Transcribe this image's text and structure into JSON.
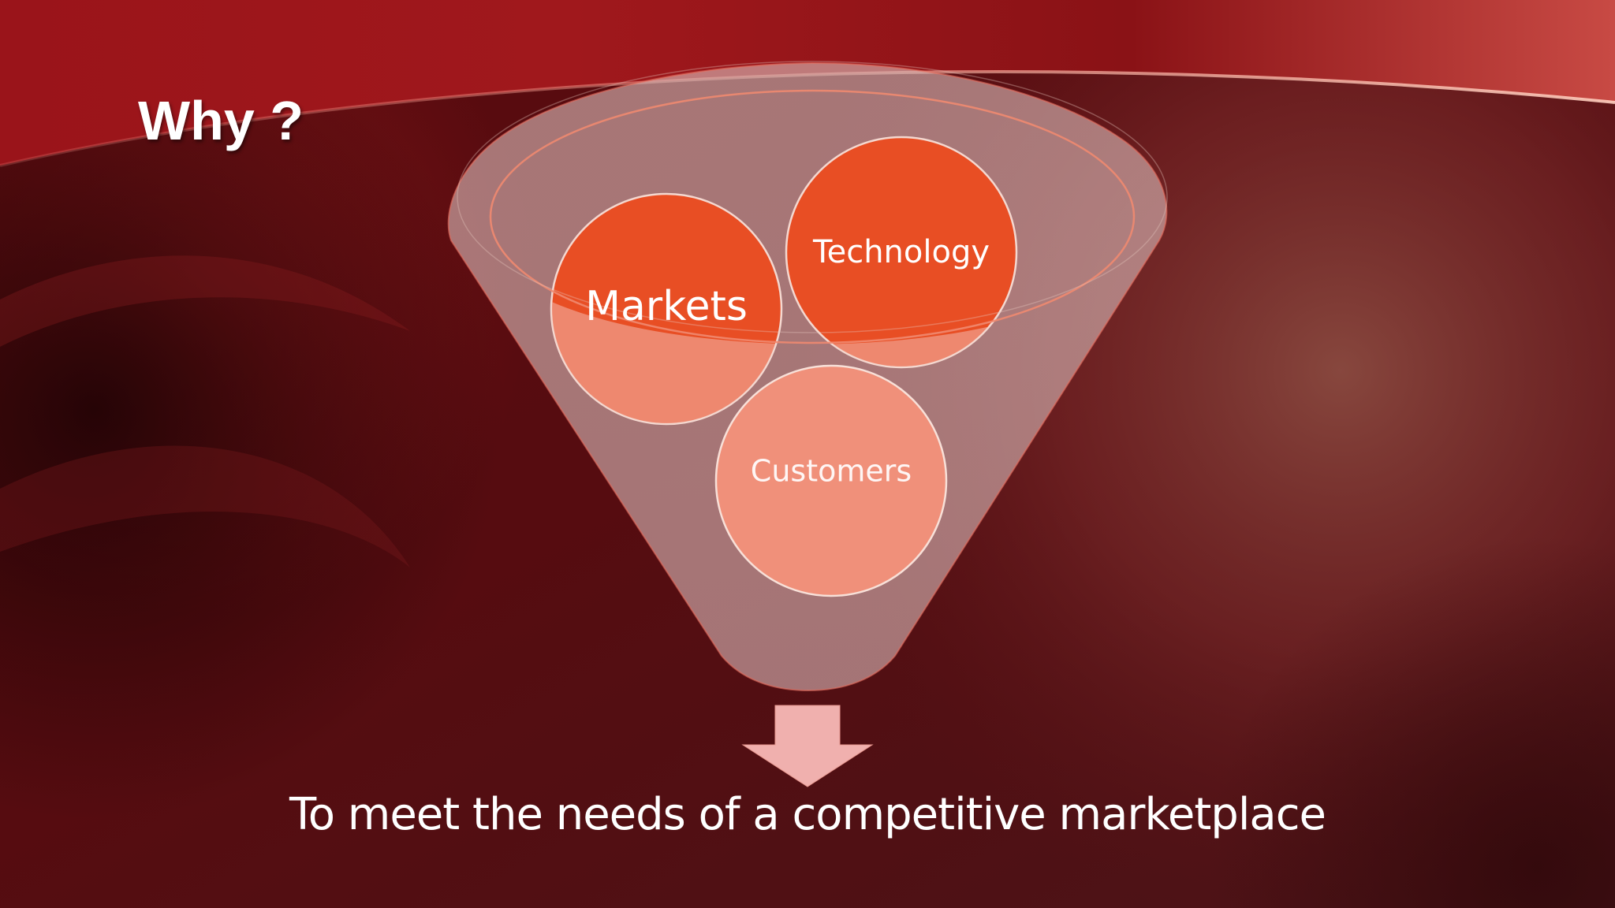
{
  "slide": {
    "title": "Why ?",
    "conclusion": "To meet the needs of a competitive marketplace"
  },
  "funnel": {
    "items": [
      {
        "label": "Markets"
      },
      {
        "label": "Technology"
      },
      {
        "label": "Customers"
      }
    ]
  },
  "colors": {
    "background_dark": "#3a0a0c",
    "background_red": "#8c141a",
    "circle_strong": "#e84e24",
    "circle_light": "#f0907a",
    "funnel_fill": "#c8a8a8",
    "arrow_fill": "#f0b0ae",
    "text": "#ffffff"
  }
}
